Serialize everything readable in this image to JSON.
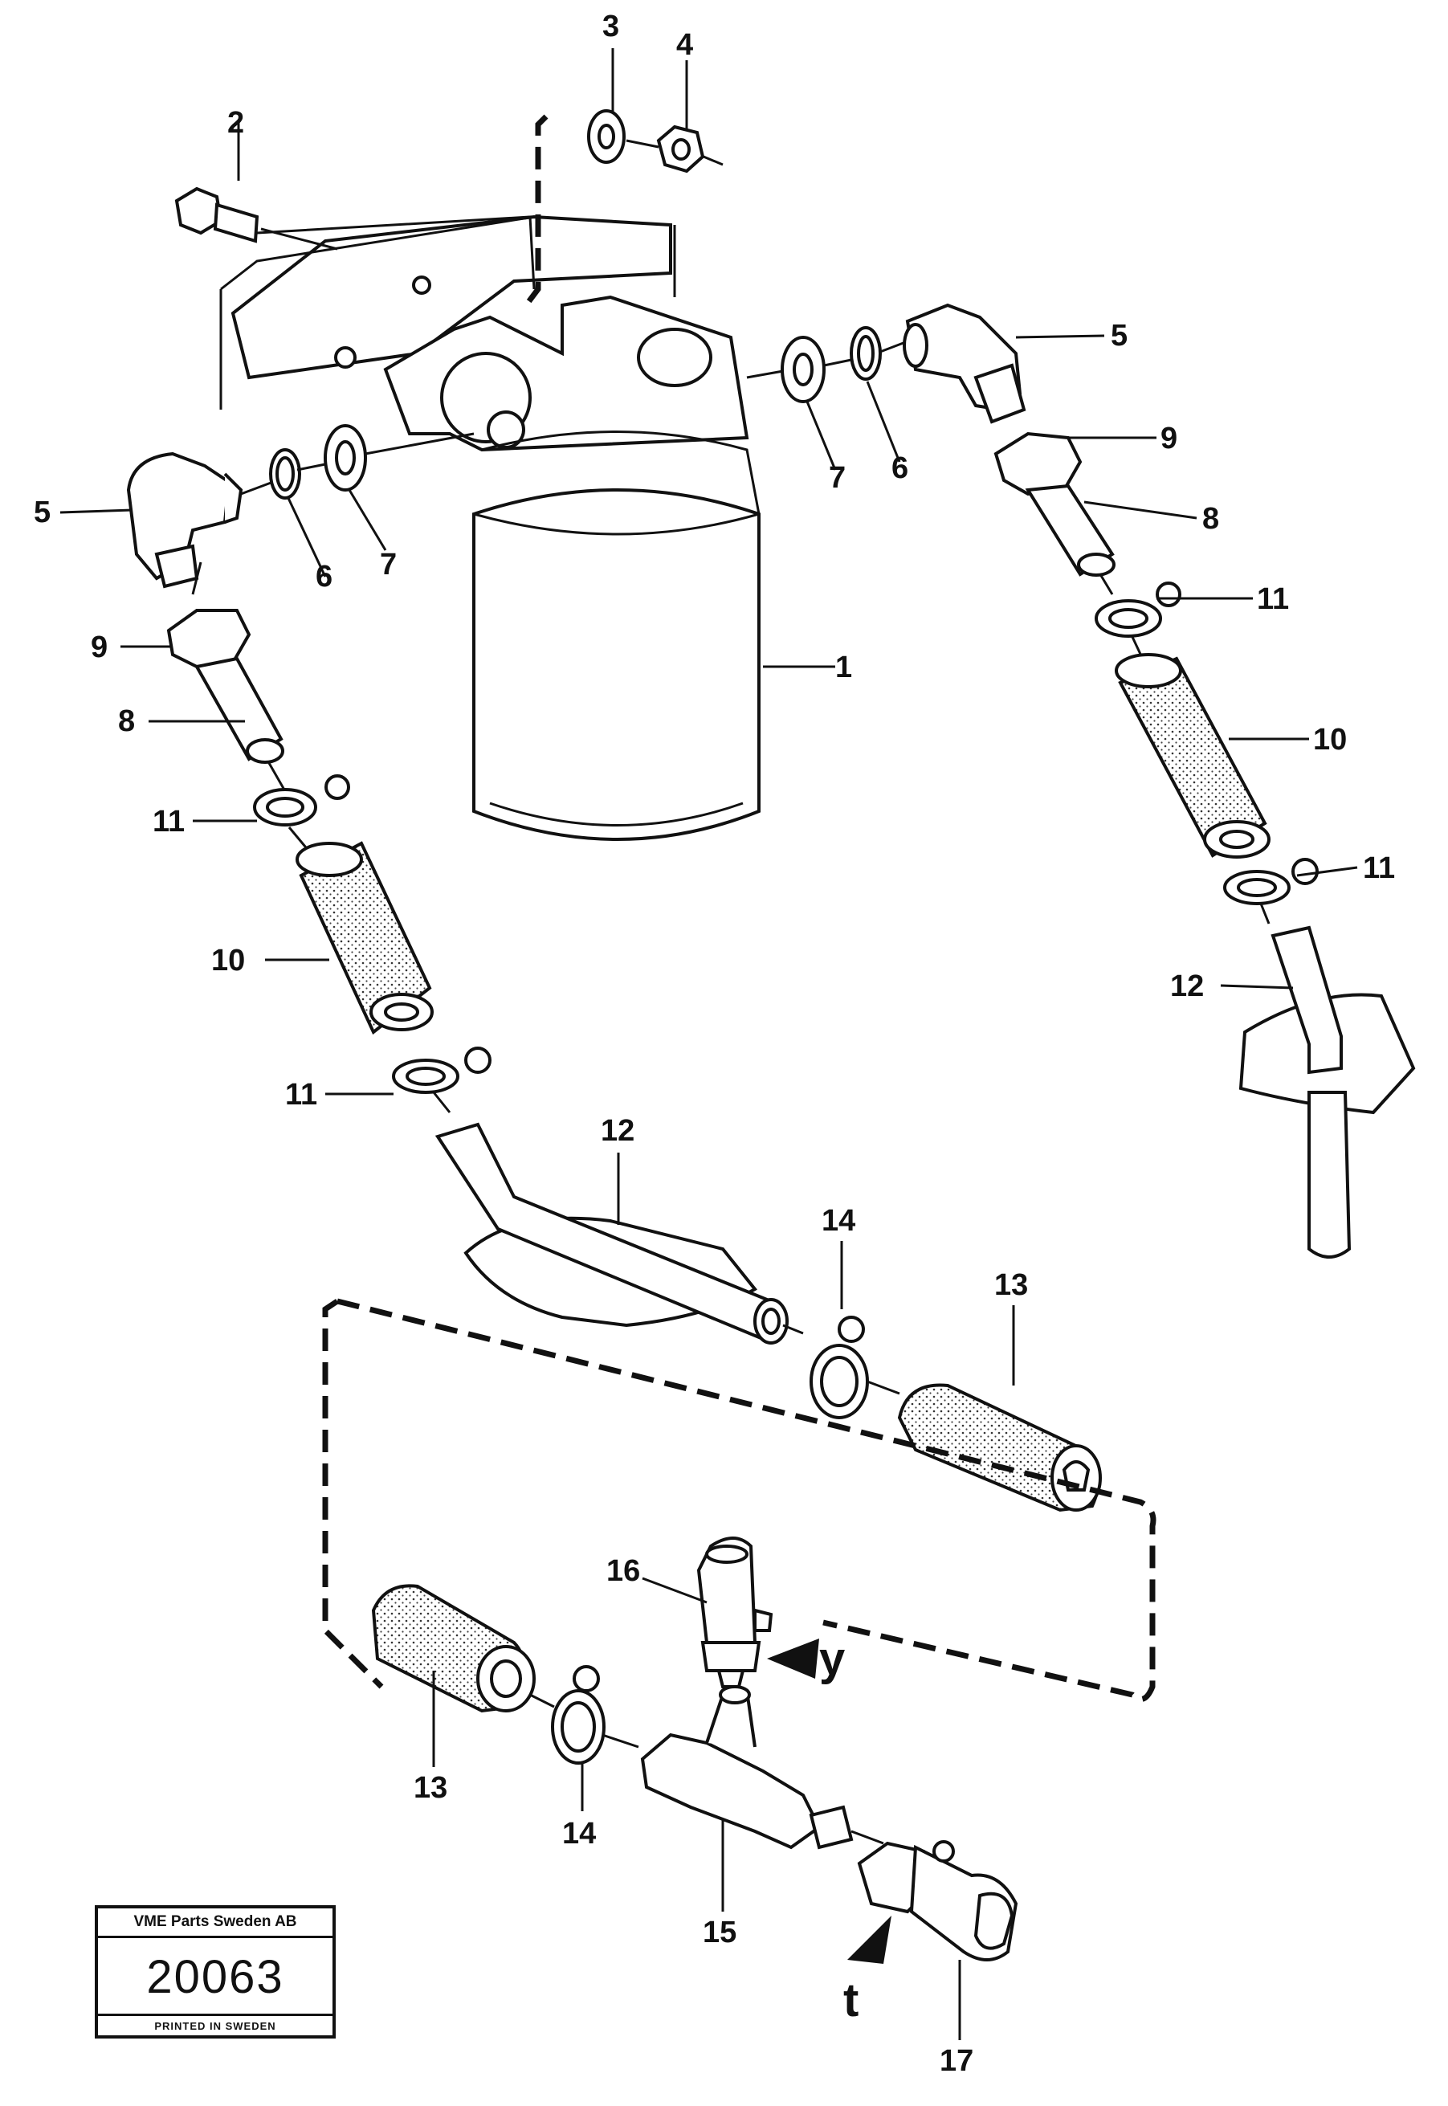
{
  "callouts": {
    "c1": "1",
    "c2": "2",
    "c3": "3",
    "c4": "4",
    "c5a": "5",
    "c5b": "5",
    "c6a": "6",
    "c6b": "6",
    "c7a": "7",
    "c7b": "7",
    "c8a": "8",
    "c8b": "8",
    "c9a": "9",
    "c9b": "9",
    "c10a": "10",
    "c10b": "10",
    "c11a": "11",
    "c11b": "11",
    "c11c": "11",
    "c11d": "11",
    "c12a": "12",
    "c12b": "12",
    "c13a": "13",
    "c13b": "13",
    "c14a": "14",
    "c14b": "14",
    "c15": "15",
    "c16": "16",
    "c17": "17"
  },
  "arrow_labels": {
    "y": "y",
    "t": "t"
  },
  "stamp": {
    "company": "VME Parts Sweden AB",
    "number": "20063",
    "printed": "PRINTED IN SWEDEN"
  }
}
